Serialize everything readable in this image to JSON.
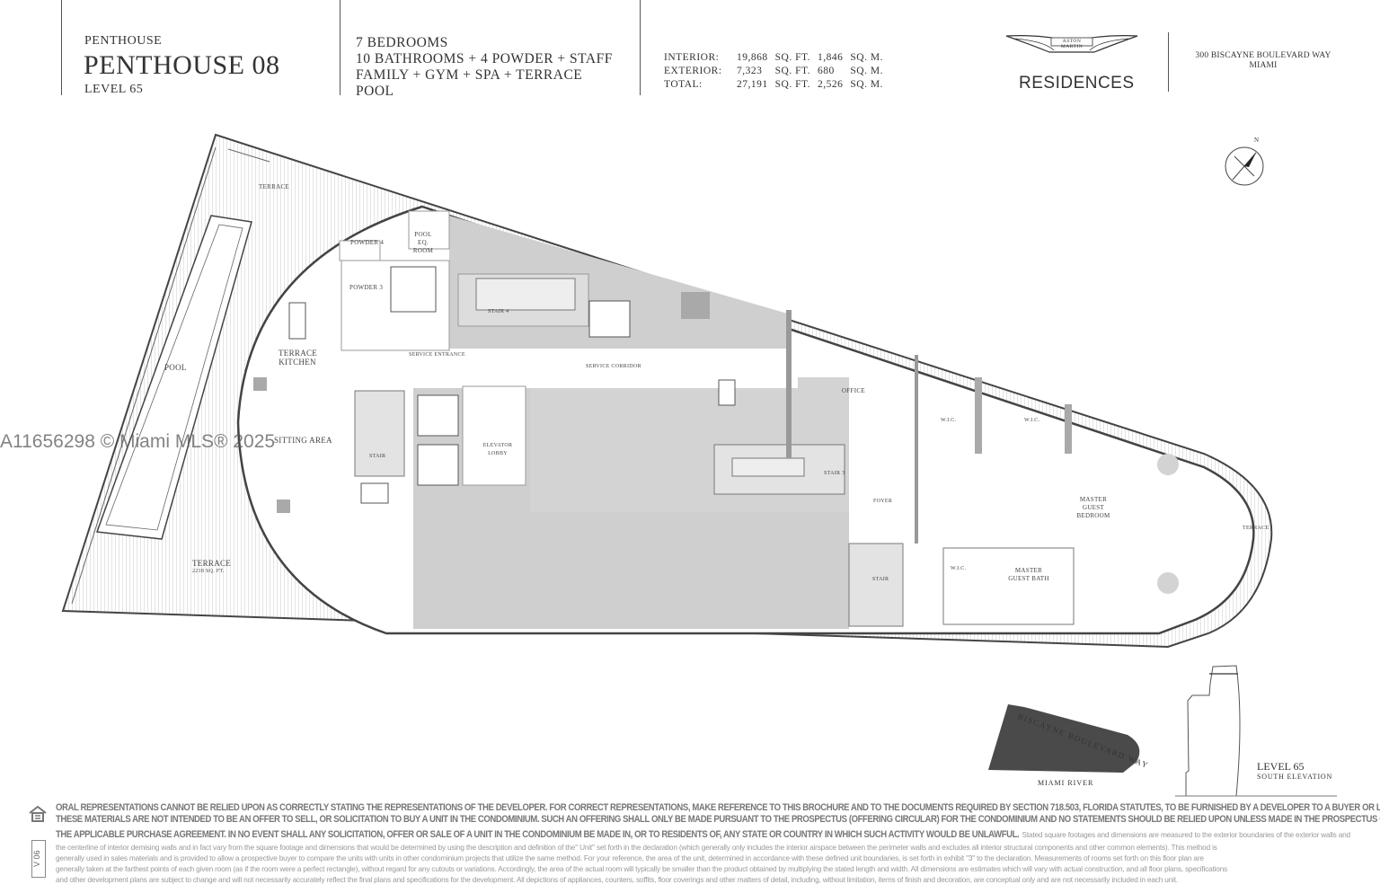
{
  "header": {
    "category": "PENTHOUSE",
    "unit_title": "PENTHOUSE 08",
    "level": "LEVEL 65",
    "features": [
      "7 BEDROOMS",
      "10 BATHROOMS + 4 POWDER + STAFF",
      "FAMILY + GYM + SPA + TERRACE",
      "POOL"
    ],
    "areas": [
      {
        "label": "INTERIOR:",
        "sqft": "19,868",
        "sqft_unit": "SQ. FT.",
        "sqm": "1,846",
        "sqm_unit": "SQ. M."
      },
      {
        "label": "EXTERIOR:",
        "sqft": "7,323",
        "sqft_unit": "SQ. FT.",
        "sqm": "680",
        "sqm_unit": "SQ. M."
      },
      {
        "label": "TOTAL:",
        "sqft": "27,191",
        "sqft_unit": "SQ. FT.",
        "sqm": "2,526",
        "sqm_unit": "SQ. M."
      }
    ],
    "logo": {
      "brand": "ASTON MARTIN",
      "name": "RESIDENCES"
    },
    "address": [
      "300 BISCAYNE BOULEVARD WAY",
      "MIAMI"
    ]
  },
  "compass": {
    "north": "N"
  },
  "rooms": {
    "terrace_top": "TERRACE",
    "pool": "POOL",
    "powder4": "POWDER 4",
    "pool_eq": "POOL EQ. ROOM",
    "powder3": "POWDER 3",
    "terrace_kitchen": "TERRACE KITCHEN",
    "service_entrance": "SERVICE ENTRANCE",
    "service_corridor": "SERVICE CORRIDOR",
    "stair4": "STAIR 4",
    "sitting_area": "SITTING AREA",
    "stair_left": "STAIR",
    "elevator_lobby": "ELEVATOR LOBBY",
    "stair3": "STAIR 3",
    "office": "OFFICE",
    "wic1": "W.I.C.",
    "wic2": "W.I.C.",
    "foyer": "FOYER",
    "master_guest_bedroom": "MASTER GUEST BEDROOM",
    "terrace_right": "TERRACE",
    "stair_right": "STAIR",
    "wic3": "W.I.C.",
    "master_guest_bath": "MASTER GUEST BATH",
    "terrace_bottom": "TERRACE",
    "terrace_bottom_area": "2218 SQ. FT."
  },
  "key_plan": {
    "street": "BISCAYNE BOULEVARD WAY",
    "river": "MIAMI RIVER"
  },
  "elevation": {
    "level": "LEVEL 65",
    "view": "SOUTH ELEVATION"
  },
  "watermark": "A11656298 © Miami MLS® 2025",
  "version": "V 06",
  "disclaimer": {
    "bold": [
      "ORAL REPRESENTATIONS CANNOT BE RELIED UPON AS CORRECTLY STATING THE REPRESENTATIONS OF THE DEVELOPER.  FOR CORRECT REPRESENTATIONS, MAKE REFERENCE TO THIS BROCHURE AND TO THE DOCUMENTS REQUIRED BY SECTION 718.503, FLORIDA STATUTES, TO BE FURNISHED BY A DEVELOPER TO A BUYER OR LESSEE.",
      "THESE MATERIALS ARE NOT INTENDED TO BE AN OFFER TO SELL, OR SOLICITATION TO BUY A UNIT IN THE CONDOMINIUM. SUCH AN OFFERING SHALL ONLY BE MADE PURSUANT TO THE PROSPECTUS (OFFERING CIRCULAR) FOR THE CONDOMINIUM AND NO STATEMENTS SHOULD BE RELIED UPON UNLESS MADE IN THE PROSPECTUS OR IN",
      "THE APPLICABLE PURCHASE AGREEMENT. IN NO EVENT SHALL ANY SOLICITATION, OFFER OR SALE OF A UNIT IN THE CONDOMINIUM BE MADE IN, OR TO RESIDENTS OF, ANY STATE OR COUNTRY IN WHICH SUCH ACTIVITY WOULD BE UNLAWFUL."
    ],
    "bold_tail": " Stated square footages and dimensions are measured to the exterior boundaries of the exterior walls and",
    "normal": [
      "the centerline of interior demising walls and in fact vary from the square footage and dimensions that would be determined by using the description and definition of the\" Unit\" set forth in the declaration (which generally only includes the interior airspace between the perimeter walls and excludes all interior structural components and other common elements). This method is",
      "generally used in sales materials and is provided to allow a prospective buyer to compare the units with units in other condominium projects that utilize the same method. For your reference, the area of the unit, determined in accordance with these defined unit boundaries, is set forth in exhibit \"3\" to the declaration. Measurements of rooms set forth on this floor plan are",
      "generally taken at the farthest points of each given room (as if the room were a perfect rectangle), without regard for any cutouts or variations. Accordingly, the area of the actual room will typically be smaller than the product obtained by multiplying the stated length and width. All dimensions are estimates which will vary with actual construction, and all floor plans, specifications",
      "and other development plans are subject to change and will not necessarily accurately reflect the final plans and specifications for the development. All depictions of appliances, counters, soffits, floor coverings and other matters of detail, including, without limitation, items of finish and decoration, are conceptual only and are not necessarily included in each unit."
    ]
  },
  "colors": {
    "core_gray": "#a9a9a9",
    "light_gray": "#cfcfcf",
    "key_plan_fill": "#4a4a4a"
  }
}
